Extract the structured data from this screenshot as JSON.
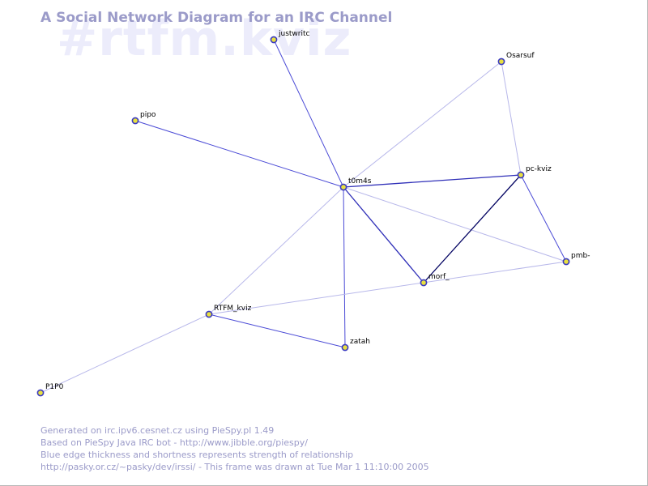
{
  "watermark": "#rtfm.kviz",
  "title": "A Social Network Diagram for an IRC Channel",
  "footer": {
    "lines": [
      "Generated on irc.ipv6.cesnet.cz using PieSpy.pl 1.49",
      "Based on PieSpy Java IRC bot - http://www.jibble.org/piespy/",
      "Blue edge thickness and shortness represents strength of relationship",
      "http://pasky.or.cz/~pasky/dev/irssi/ - This frame was drawn at Tue Mar  1 11:10:00 2005"
    ]
  },
  "colors": {
    "node_fill": "#e8e040",
    "node_stroke": "#3a3ac0",
    "edge_strong": "#000060",
    "edge_medium": "#4b4bd6",
    "edge_weak": "#b8b8ea",
    "title": "#9b9bc9",
    "watermark": "#ececfb"
  },
  "graph": {
    "nodes": [
      {
        "id": "justwritc",
        "label": "justwritc"
      },
      {
        "id": "Osarsuf",
        "label": "Osarsuf"
      },
      {
        "id": "pipo",
        "label": "pipo"
      },
      {
        "id": "t0m4s",
        "label": "t0m4s"
      },
      {
        "id": "pc-kviz",
        "label": "pc-kviz"
      },
      {
        "id": "pmb-",
        "label": "pmb-"
      },
      {
        "id": "morf_",
        "label": "morf_"
      },
      {
        "id": "RTFM_kviz",
        "label": "RTFM_kviz"
      },
      {
        "id": "zatah",
        "label": "zatah"
      },
      {
        "id": "P1P0",
        "label": "P1P0"
      }
    ],
    "edges": [
      {
        "source": "justwritc",
        "target": "t0m4s",
        "strength": "medium"
      },
      {
        "source": "pipo",
        "target": "t0m4s",
        "strength": "medium"
      },
      {
        "source": "Osarsuf",
        "target": "t0m4s",
        "strength": "weak"
      },
      {
        "source": "Osarsuf",
        "target": "pc-kviz",
        "strength": "weak"
      },
      {
        "source": "t0m4s",
        "target": "pc-kviz",
        "strength": "medium-strong"
      },
      {
        "source": "t0m4s",
        "target": "morf_",
        "strength": "medium-strong"
      },
      {
        "source": "t0m4s",
        "target": "pmb-",
        "strength": "weak"
      },
      {
        "source": "t0m4s",
        "target": "zatah",
        "strength": "medium"
      },
      {
        "source": "t0m4s",
        "target": "RTFM_kviz",
        "strength": "weak"
      },
      {
        "source": "pc-kviz",
        "target": "morf_",
        "strength": "strong"
      },
      {
        "source": "pc-kviz",
        "target": "pmb-",
        "strength": "medium"
      },
      {
        "source": "pmb-",
        "target": "RTFM_kviz",
        "strength": "weak"
      },
      {
        "source": "RTFM_kviz",
        "target": "zatah",
        "strength": "medium"
      },
      {
        "source": "RTFM_kviz",
        "target": "P1P0",
        "strength": "weak"
      }
    ]
  }
}
